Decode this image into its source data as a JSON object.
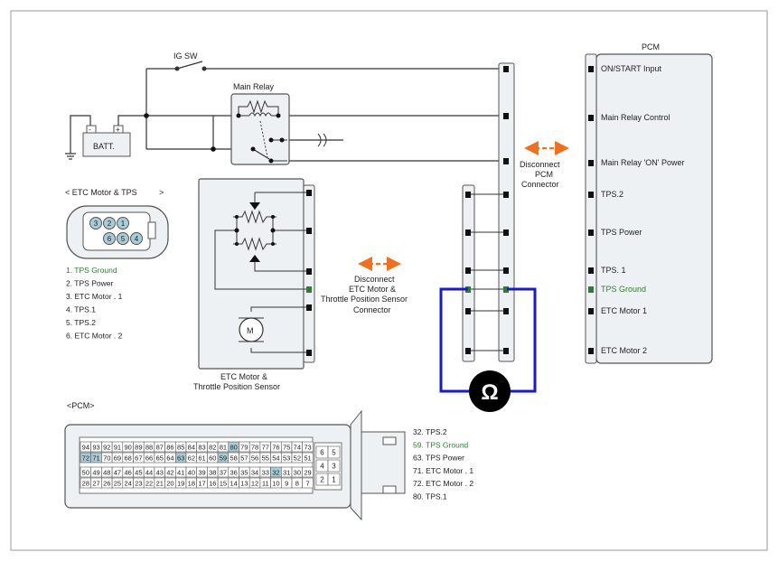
{
  "colors": {
    "wire": "#333333",
    "box_fill": "#eef1f3",
    "box_stroke": "#555555",
    "highlight_green": "#2e7d32",
    "loop_blue": "#1a1acc",
    "arrow_orange": "#f07020",
    "pin_highlight": "#a8ccd8"
  },
  "icons": {
    "ohmmeter": "ohm-meter-icon",
    "motor": "motor-icon",
    "battery": "battery-icon",
    "ground": "ground-icon"
  },
  "labels": {
    "ig_sw": "IG SW",
    "main_relay": "Main Relay",
    "battery": "BATT.",
    "battery_neg": "-",
    "battery_pos": "+",
    "pcm": "PCM",
    "disconnect_pcm": [
      "Disconnect",
      "PCM",
      "Connector"
    ],
    "disconnect_etc": [
      "Disconnect",
      "ETC Motor &",
      "Throttle Position Sensor",
      "Connector"
    ],
    "etc_box": [
      "ETC Motor &",
      "Throttle Position Sensor"
    ],
    "motor_symbol": "M",
    "ohm_symbol": "Ω"
  },
  "pcm_pins": [
    {
      "label": "ON/START Input",
      "highlight": false
    },
    {
      "label": "Main Relay Control",
      "highlight": false
    },
    {
      "label": "Main Relay 'ON' Power",
      "highlight": false
    },
    {
      "label": "TPS.2",
      "highlight": false
    },
    {
      "label": "TPS Power",
      "highlight": false
    },
    {
      "label": "TPS. 1",
      "highlight": false
    },
    {
      "label": "TPS Ground",
      "highlight": true
    },
    {
      "label": "ETC Motor 1",
      "highlight": false
    },
    {
      "label": "ETC Motor 2",
      "highlight": false
    }
  ],
  "etc_connector": {
    "title": "< ETC Motor & TPS",
    "title_end": ">",
    "top_pins": [
      "3",
      "2",
      "1"
    ],
    "bottom_pins": [
      "6",
      "5",
      "4"
    ],
    "legend": [
      {
        "text": "1. TPS Ground",
        "highlight": true
      },
      {
        "text": "2.  TPS Power",
        "highlight": false
      },
      {
        "text": "3. ETC      Motor    . 1",
        "highlight": false
      },
      {
        "text": "4. TPS.1",
        "highlight": false
      },
      {
        "text": "5. TPS.2",
        "highlight": false
      },
      {
        "text": "6. ETC      Motor    . 2",
        "highlight": false
      }
    ]
  },
  "pcm_connector": {
    "title": "<PCM>",
    "rows": [
      [
        "94",
        "93",
        "92",
        "91",
        "90",
        "89",
        "88",
        "87",
        "86",
        "85",
        "84",
        "83",
        "82",
        "81",
        "80",
        "79",
        "78",
        "77",
        "76",
        "75",
        "74",
        "73"
      ],
      [
        "72",
        "71",
        "70",
        "69",
        "68",
        "67",
        "66",
        "65",
        "64",
        "63",
        "62",
        "61",
        "60",
        "59",
        "58",
        "57",
        "56",
        "55",
        "54",
        "53",
        "52",
        "51"
      ],
      [
        "50",
        "49",
        "48",
        "47",
        "46",
        "45",
        "44",
        "43",
        "42",
        "41",
        "40",
        "39",
        "38",
        "37",
        "36",
        "35",
        "34",
        "33",
        "32",
        "31",
        "30",
        "29"
      ],
      [
        "28",
        "27",
        "26",
        "25",
        "24",
        "23",
        "22",
        "21",
        "20",
        "19",
        "18",
        "17",
        "16",
        "15",
        "14",
        "13",
        "12",
        "11",
        "10",
        "9",
        "8",
        "7"
      ]
    ],
    "highlighted": [
      "80",
      "72",
      "71",
      "63",
      "59",
      "32"
    ],
    "side_block": [
      [
        "6",
        "5"
      ],
      [
        "4",
        "3"
      ],
      [
        "2",
        "1"
      ]
    ],
    "legend": [
      {
        "text": "32. TPS.2",
        "highlight": false
      },
      {
        "text": "59. TPS Ground",
        "highlight": true
      },
      {
        "text": "63.    TPS Power",
        "highlight": false
      },
      {
        "text": "71. ETC      Motor    . 1",
        "highlight": false
      },
      {
        "text": "72. ETC      Motor    . 2",
        "highlight": false
      },
      {
        "text": "80. TPS.1",
        "highlight": false
      }
    ]
  }
}
